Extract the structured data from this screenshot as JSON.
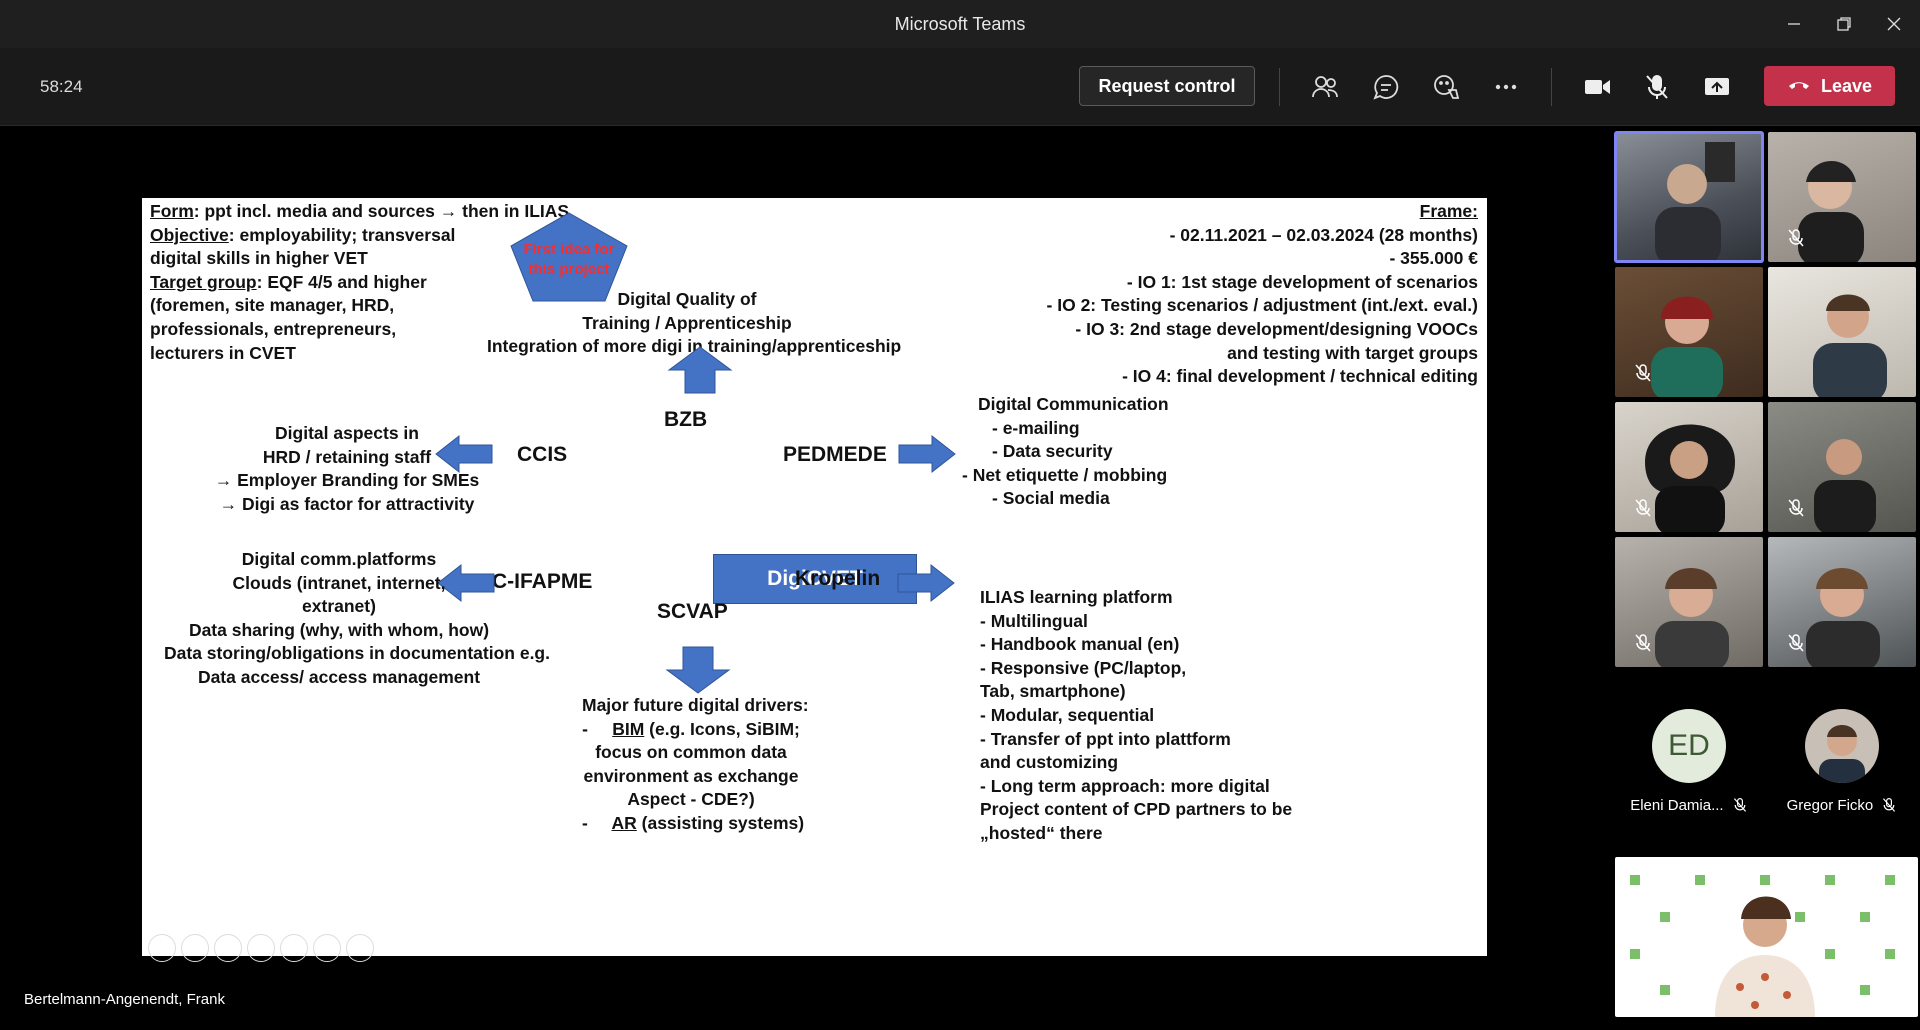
{
  "window": {
    "title": "Microsoft Teams"
  },
  "toolbar": {
    "timer": "58:24",
    "request_control_label": "Request control",
    "leave_label": "Leave"
  },
  "colors": {
    "leave": "#c4314b",
    "accent": "#7f85f5",
    "slide_blue": "#4472c4"
  },
  "presenter": {
    "name": "Bertelmann-Angenendt, Frank"
  },
  "slide": {
    "top_left": [
      {
        "label": "Form",
        "text": ": ppt incl. media and sources → then in ILIAS"
      },
      {
        "label": "Objective",
        "text": ": employability; transversal"
      },
      {
        "label": "",
        "text": "digital skills in higher VET"
      },
      {
        "label": "Target group",
        "text": ": EQF 4/5 and higher"
      },
      {
        "label": "",
        "text": "(foremen, site manager, HRD,"
      },
      {
        "label": "",
        "text": "professionals, entrepreneurs,"
      },
      {
        "label": "",
        "text": "lecturers in CVET"
      }
    ],
    "pentagon_text": [
      "First idea for",
      "this project"
    ],
    "top_center": [
      "Digital Quality of",
      "Training / Apprenticeship",
      "Integration of more digi in training/apprenticeship"
    ],
    "frame_title": "Frame:",
    "frame_items": [
      "-       02.11.2021 – 02.03.2024 (28 months)",
      "-         355.000 €",
      "-      IO 1: 1st stage development of scenarios",
      "-      IO 2: Testing scenarios / adjustment (int./ext. eval.)",
      "-     IO 3: 2nd stage development/designing VOOCs",
      "and testing with target groups",
      "-     IO 4: final development / technical editing"
    ],
    "nodes": {
      "center": "DigiCVET",
      "top": "BZB",
      "left": "CCIS",
      "right": "PEDMEDE",
      "bottom_left": "C-IFAPME",
      "bottom": "SCVAP",
      "bottom_right": "Kropelin"
    },
    "left_mid": [
      "Digital aspects in",
      "HRD / retaining staff",
      "→  Employer Branding for SMEs",
      "→  Digi as factor for attractivity"
    ],
    "right_mid": [
      "Digital Communication",
      "-      e-mailing",
      "-      Data security",
      "-      Net etiquette / mobbing",
      "-      Social media"
    ],
    "left_bottom": [
      "Digital comm.platforms",
      "Clouds (intranet, internet,",
      "extranet)",
      "Data sharing (why, with whom, how)",
      "Data storing/obligations in documentation e.g.",
      "Data access/ access management"
    ],
    "bottom_center": [
      {
        "dash": "",
        "u": "",
        "text": "Major future digital drivers:"
      },
      {
        "dash": "-     ",
        "u": "BIM",
        "text": " (e.g. Icons, SiBIM;"
      },
      {
        "dash": "",
        "u": "",
        "text": "focus on common data"
      },
      {
        "dash": "",
        "u": "",
        "text": "environment as exchange"
      },
      {
        "dash": "",
        "u": "",
        "text": "Aspect - CDE?)"
      },
      {
        "dash": "-     ",
        "u": "AR",
        "text": " (assisting systems)"
      }
    ],
    "right_bottom": [
      "ILIAS learning platform",
      "-      Multilingual",
      "-      Handbook manual (en)",
      "-      Responsive (PC/laptop,",
      "Tab, smartphone)",
      "-      Modular, sequential",
      "-      Transfer of ppt into plattform",
      "and customizing",
      "-      Long term approach: more digital",
      "Project content of CPD partners to be",
      "„hosted“ there"
    ]
  },
  "gallery": {
    "avatars": [
      {
        "initials": "ED",
        "name": "Eleni Damia..."
      },
      {
        "initials": "",
        "name": "Gregor Ficko"
      }
    ]
  }
}
